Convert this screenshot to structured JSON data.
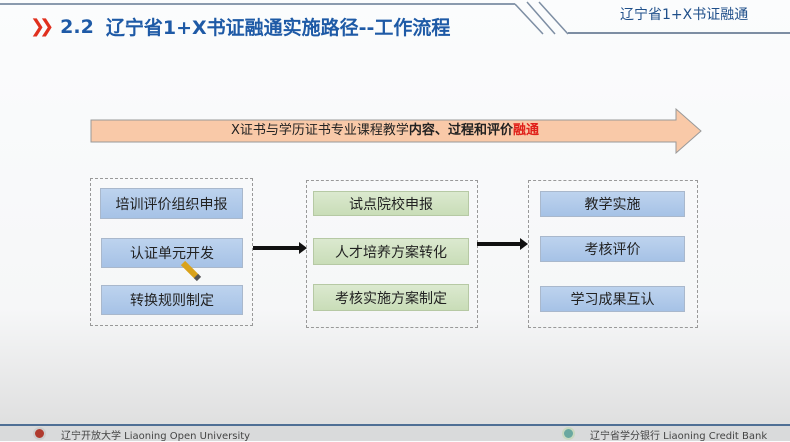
{
  "header": {
    "section_number": "2.2",
    "title": "辽宁省1+X书证融通实施路径--工作流程",
    "right_label": "辽宁省1+X书证融通"
  },
  "banner": {
    "text_plain": "X证书与学历证书专业课程教学",
    "text_bold1": "内容",
    "text_sep": "、",
    "text_bold2": "过程",
    "text_and": "和",
    "text_bold3": "评价",
    "text_highlight": "融通",
    "fill": "#f9c9a8",
    "highlight_color": "#e0201a"
  },
  "groups": [
    {
      "items": [
        "培训评价组织申报",
        "认证单元开发",
        "转换规则制定"
      ]
    },
    {
      "items": [
        "试点院校申报",
        "人才培养方案转化",
        "考核实施方案制定"
      ]
    },
    {
      "items": [
        "教学实施",
        "考核评价",
        "学习成果互认"
      ]
    }
  ],
  "footer": {
    "left": "辽宁开放大学  Liaoning Open University",
    "right": "辽宁省学分银行  Liaoning Credit Bank"
  }
}
